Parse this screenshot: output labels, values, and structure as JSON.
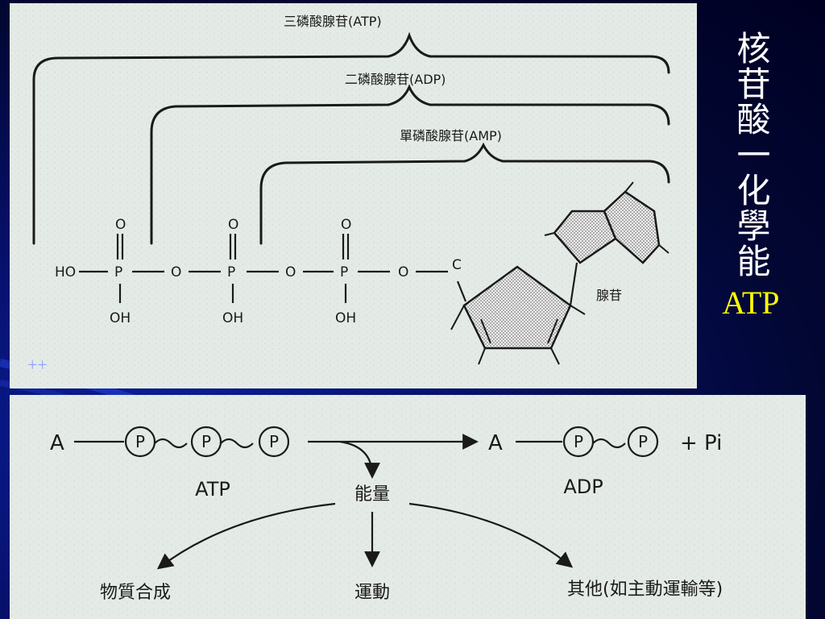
{
  "slide": {
    "side_title_chars": "核苷酸一化學能",
    "side_title_atp": "ATP",
    "corner_mark": "++",
    "colors": {
      "background": "#000033",
      "side_title": "#ffffff",
      "side_title_accent": "#ffff00",
      "figure_paper": "#e4ebe6",
      "figure_ink": "#1a1a1a"
    }
  },
  "top_figure": {
    "atp_label": "三磷酸腺苷(ATP)",
    "adp_label": "二磷酸腺苷(ADP)",
    "amp_label": "單磷酸腺苷(AMP)",
    "ho": "HO",
    "p": "P",
    "o": "O",
    "oh": "OH",
    "c": "C",
    "adenosine_label": "腺苷"
  },
  "bottom_figure": {
    "a": "A",
    "p": "P",
    "atp": "ATP",
    "adp": "ADP",
    "plus_pi": "+ Pi",
    "energy": "能量",
    "synthesis": "物質合成",
    "movement": "運動",
    "others": "其他(如主動運輸等)"
  }
}
